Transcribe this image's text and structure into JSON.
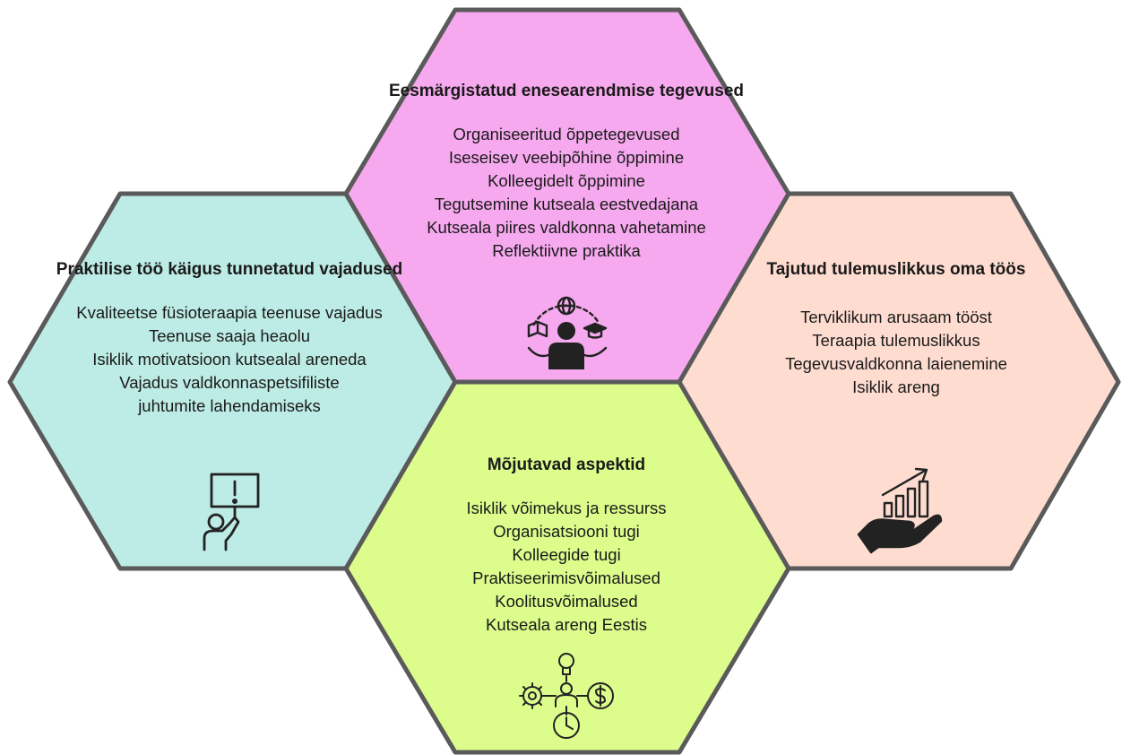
{
  "colors": {
    "top": "#f6a9ee",
    "left": "#bdebe5",
    "right": "#fedcd0",
    "bottom": "#dcfc8c",
    "outline": "#5a5a5a",
    "icon": "#222222"
  },
  "hexagons": {
    "top": {
      "title": "Eesmärgistatud enesearendmise tegevused",
      "items": [
        "Organiseeritud õppetegevused",
        "Iseseisev veebipõhine õppimine",
        "Kolleegidelt õppimine",
        "Tegutsemine kutseala eestvedajana",
        "Kutseala piires valdkonna vahetamine",
        "Reflektiivne praktika"
      ],
      "icon": "learning-person-icon"
    },
    "left": {
      "title": "Praktilise töö käigus tunnetatud vajadused",
      "items": [
        "Kvaliteetse füsioteraapia teenuse vajadus",
        "Teenuse saaja heaolu",
        "Isiklik motivatsioon kutsealal areneda",
        "Vajadus valdkonnaspetsifiliste",
        "juhtumite lahendamiseks"
      ],
      "icon": "person-holding-sign-icon"
    },
    "right": {
      "title": "Tajutud tulemuslikkus oma töös",
      "items": [
        "Terviklikum arusaam tööst",
        "Teraapia tulemuslikkus",
        "Tegevusvaldkonna laienemine",
        "Isiklik areng"
      ],
      "icon": "growth-chart-hand-icon"
    },
    "bottom": {
      "title": "Mõjutavad aspektid",
      "items": [
        "Isiklik võimekus ja ressurss",
        "Organisatsiooni tugi",
        "Kolleegide tugi",
        "Praktiseerimisvõimalused",
        "Koolitusvõimalused",
        "Kutseala areng Eestis"
      ],
      "icon": "person-resources-icon"
    }
  }
}
